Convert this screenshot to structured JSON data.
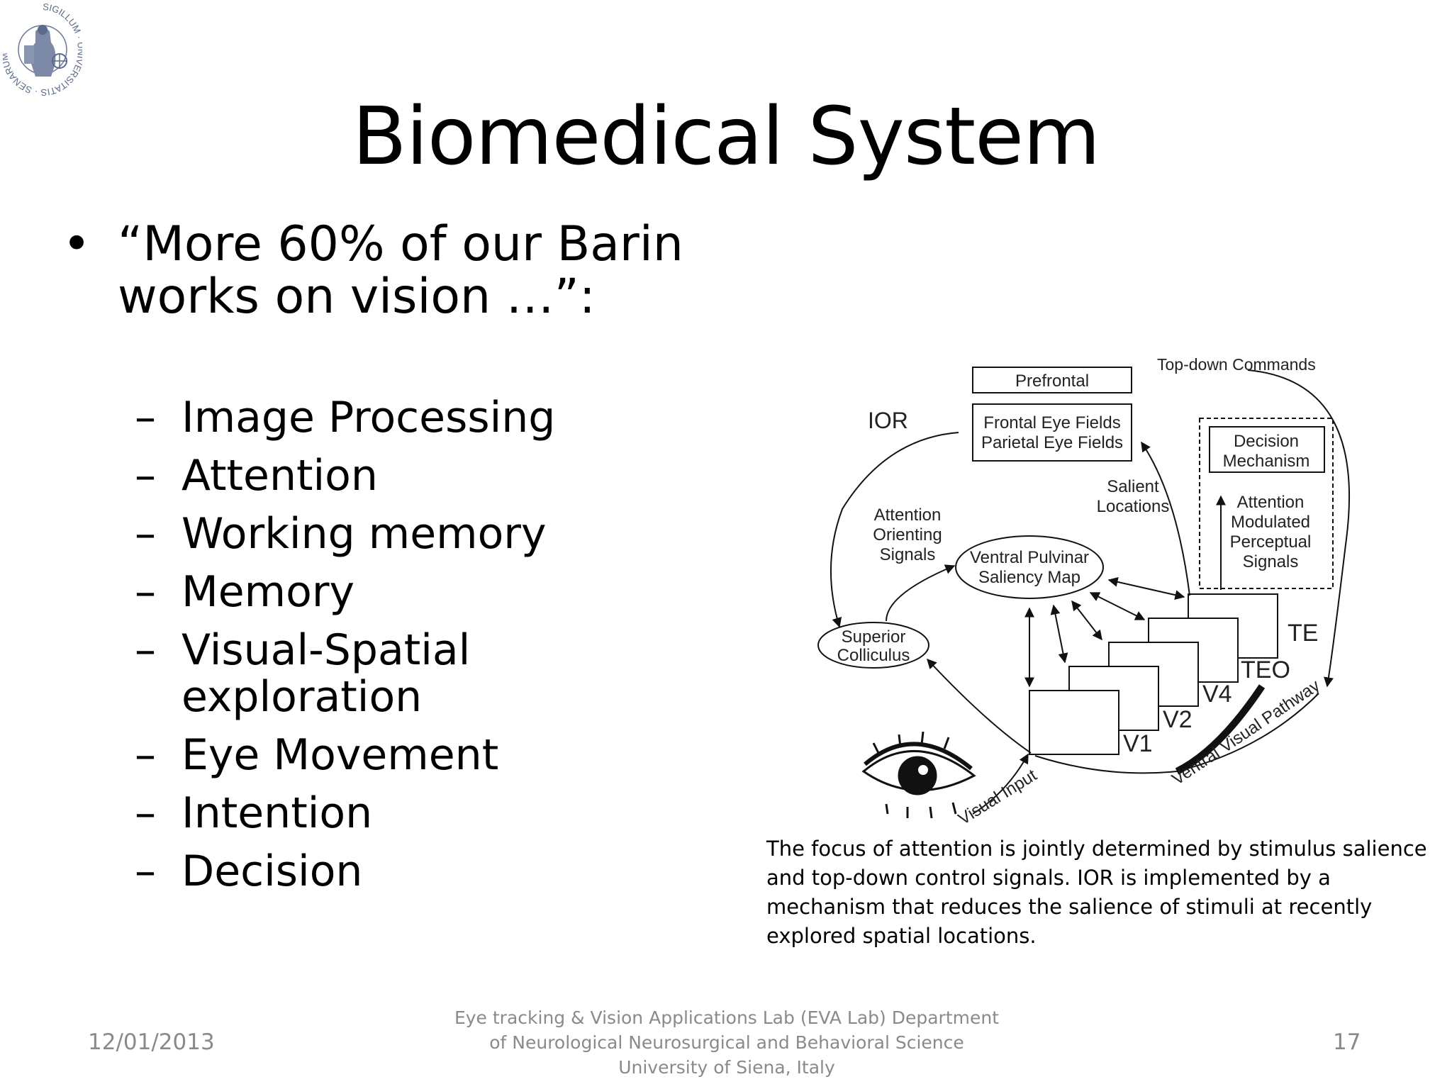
{
  "logo": {
    "icon": "university-seal-icon",
    "ring_text": "SIGILLUM · UNIVERSITATIS · SENARUM"
  },
  "slide": {
    "title": "Biomedical System",
    "bullet_mark": "•",
    "bullet_text": "“More 60% of our Barin works on vision …”:",
    "dash": "–",
    "sub_items": [
      "Image Processing",
      "Attention",
      "Working memory",
      "Memory",
      "Visual-Spatial exploration",
      "Eye Movement",
      "Intention",
      "Decision"
    ]
  },
  "diagram": {
    "prefrontal": "Prefrontal",
    "top_down": "Top-down Commands",
    "ior": "IOR",
    "frontal_eye_fields": "Frontal Eye Fields",
    "parietal_eye_fields": "Parietal Eye Fields",
    "decision_line1": "Decision",
    "decision_line2": "Mechanism",
    "salient_line1": "Salient",
    "salient_line2": "Locations",
    "attn_mod_line1": "Attention",
    "attn_mod_line2": "Modulated",
    "attn_mod_line3": "Perceptual",
    "attn_mod_line4": "Signals",
    "attn_orient_line1": "Attention",
    "attn_orient_line2": "Orienting",
    "attn_orient_line3": "Signals",
    "pulvinar_line1": "Ventral Pulvinar",
    "pulvinar_line2": "Saliency Map",
    "superior_line1": "Superior",
    "superior_line2": "Colliculus",
    "te": "TE",
    "teo": "TEO",
    "v4": "V4",
    "v2": "V2",
    "v1": "V1",
    "ventral_pathway": "Ventral Visual Pathway",
    "visual_input": "Visual Input",
    "eye_icon": "eye-icon"
  },
  "caption": "The focus of attention is jointly determined by stimulus salience and top-down control signals. IOR is implemented by a mechanism that reduces the salience of stimuli at recently explored spatial locations.",
  "footer": {
    "date": "12/01/2013",
    "center": "Eye tracking & Vision Applications Lab (EVA Lab) Department of Neurological Neurosurgical and Behavioral Science University of Siena, Italy",
    "page": "17"
  }
}
